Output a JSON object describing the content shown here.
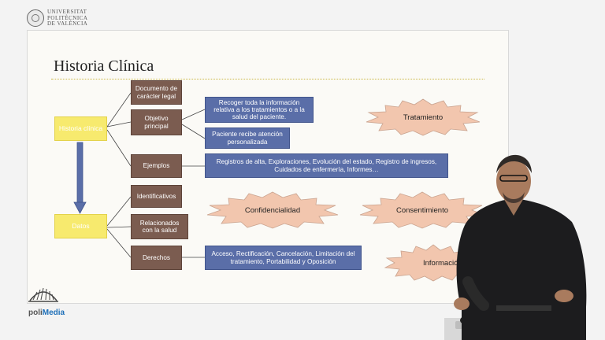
{
  "header": {
    "university_lines": [
      "UNIVERSITAT",
      "POLITÈCNICA",
      "DE VALÈNCIA"
    ]
  },
  "slide": {
    "title": "Historia Clínica",
    "nodes": {
      "historia": "Historia clínica",
      "datos": "Datos",
      "documento": "Documento de carácter legal",
      "objetivo": "Objetivo principal",
      "ejemplos": "Ejemplos",
      "identificativos": "Identificativos",
      "relacionados": "Relacionados con la salud",
      "derechos": "Derechos",
      "recoger": "Recoger toda la información relativa a los tratamientos o a la salud del paciente.",
      "paciente": "Paciente recibe atención personalizada",
      "registros": "Registros de alta, Exploraciones, Evolución del estado, Registro de ingresos, Cuidados de enfermería, Informes…",
      "acceso": "Acceso, Rectificación, Cancelación, Limitación del tratamiento, Portabilidad y Oposición"
    },
    "stars": {
      "tratamiento": "Tratamiento",
      "confidencialidad": "Confidencialidad",
      "consentimiento": "Consentimiento",
      "informacion": "Información"
    },
    "colors": {
      "brown": "#7b5c50",
      "blue": "#5a6ea8",
      "yellow": "#f7ea6e",
      "star": "#f2c6ae"
    }
  },
  "footer": {
    "brand_prefix": "poli",
    "brand_suffix": "Media",
    "accent": "#1d6fb8"
  }
}
